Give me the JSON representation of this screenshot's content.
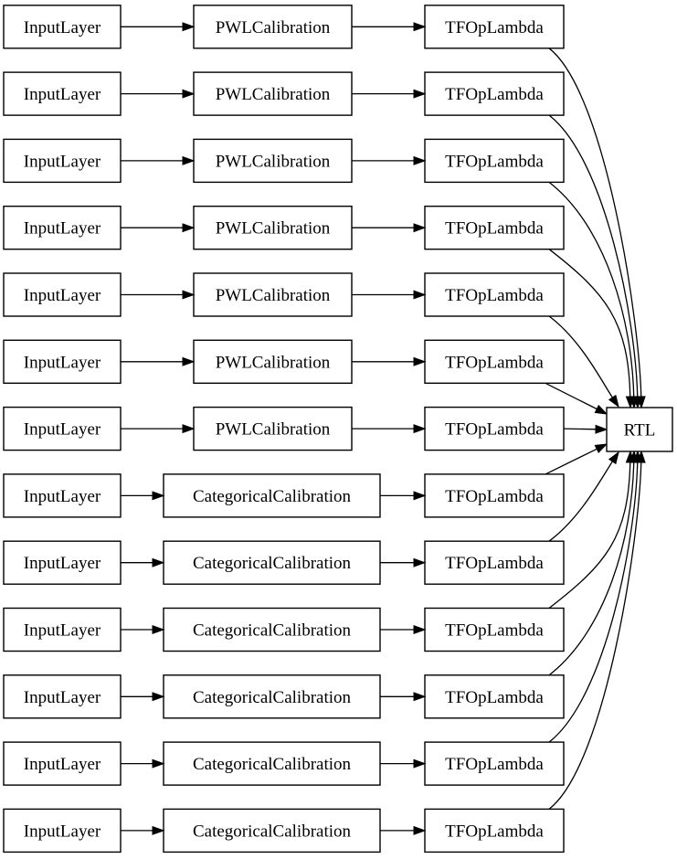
{
  "diagram": {
    "title": "model-graph",
    "background_color": "#ffffff",
    "node_fill_color": "#ffffff",
    "node_border_color": "#000000",
    "edge_color": "#000000",
    "text_color": "#000000",
    "sink_node": {
      "label": "RTL"
    },
    "rows": [
      {
        "input": "InputLayer",
        "calibration": "PWLCalibration",
        "lambda": "TFOpLambda"
      },
      {
        "input": "InputLayer",
        "calibration": "PWLCalibration",
        "lambda": "TFOpLambda"
      },
      {
        "input": "InputLayer",
        "calibration": "PWLCalibration",
        "lambda": "TFOpLambda"
      },
      {
        "input": "InputLayer",
        "calibration": "PWLCalibration",
        "lambda": "TFOpLambda"
      },
      {
        "input": "InputLayer",
        "calibration": "PWLCalibration",
        "lambda": "TFOpLambda"
      },
      {
        "input": "InputLayer",
        "calibration": "PWLCalibration",
        "lambda": "TFOpLambda"
      },
      {
        "input": "InputLayer",
        "calibration": "PWLCalibration",
        "lambda": "TFOpLambda"
      },
      {
        "input": "InputLayer",
        "calibration": "CategoricalCalibration",
        "lambda": "TFOpLambda"
      },
      {
        "input": "InputLayer",
        "calibration": "CategoricalCalibration",
        "lambda": "TFOpLambda"
      },
      {
        "input": "InputLayer",
        "calibration": "CategoricalCalibration",
        "lambda": "TFOpLambda"
      },
      {
        "input": "InputLayer",
        "calibration": "CategoricalCalibration",
        "lambda": "TFOpLambda"
      },
      {
        "input": "InputLayer",
        "calibration": "CategoricalCalibration",
        "lambda": "TFOpLambda"
      },
      {
        "input": "InputLayer",
        "calibration": "CategoricalCalibration",
        "lambda": "TFOpLambda"
      }
    ]
  }
}
